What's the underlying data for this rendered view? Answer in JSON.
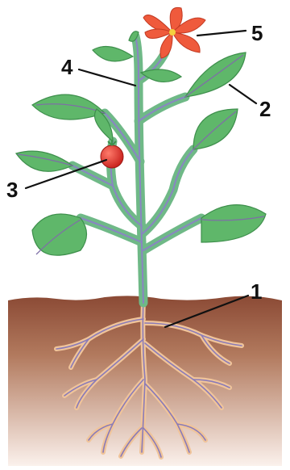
{
  "labels": {
    "root": "1",
    "leaf": "2",
    "fruit": "3",
    "stem": "4",
    "flower": "5"
  },
  "colors": {
    "leaf": "#5fb76a",
    "leaf_dark": "#3e8f4c",
    "vein": "#7e6fa6",
    "stem": "#6fb987",
    "stem_core": "#8a84c3",
    "fruit": "#e0302c",
    "flower": "#ef5a3c",
    "flower_center": "#f4d03f",
    "soil_top": "#8b4a35",
    "soil_bottom": "#f2dccf",
    "root": "#f0c49a",
    "root_core": "#8a7bb8",
    "label_text": "#111111"
  }
}
